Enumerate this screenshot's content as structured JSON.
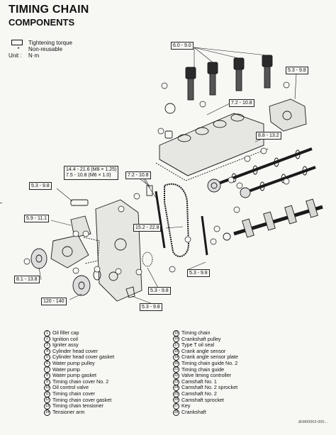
{
  "header": {
    "title": "TIMING CHAIN",
    "subtitle": "COMPONENTS"
  },
  "legend": {
    "torque_key": "Tightening torque",
    "nonreusable_symbol": "*",
    "nonreusable_key": "Non-reusable",
    "unit_label": "Unit :",
    "unit_value": "N·m"
  },
  "torque_labels": {
    "t1": "6.0 - 9.0",
    "t2": "5.3 - 9.8",
    "t3": "7.2 - 10.8",
    "t4": "8.8 - 13.2",
    "t5_line1": "14.4 - 21.6 (M8 × 1.25)",
    "t5_line2": "7.5 - 10.8 (M6 × 1.0)",
    "t6": "7.2 - 10.8",
    "t7": "5.3 - 9.8",
    "t8": "5.9 - 11.1",
    "t9": "15.2 - 22.8",
    "t10": "5.3 - 9.8",
    "t11": "8.1 - 13.8",
    "t12": "5.3 - 9.8",
    "t13": "120 - 140",
    "t14": "5.3 - 9.8"
  },
  "parts_left": [
    {
      "n": "1",
      "name": "Oil filler cap"
    },
    {
      "n": "2",
      "name": "Ignition coil"
    },
    {
      "n": "3",
      "name": "Igniter assy"
    },
    {
      "n": "4",
      "name": "Cylinder head cover"
    },
    {
      "n": "5",
      "name": "Cylinder head cover gasket"
    },
    {
      "n": "6",
      "name": "Water pump pulley"
    },
    {
      "n": "7",
      "name": "Water pump"
    },
    {
      "n": "8",
      "name": "Water pump gasket"
    },
    {
      "n": "9",
      "name": "Timing chain cover No. 2"
    },
    {
      "n": "10",
      "name": "Oil control valve"
    },
    {
      "n": "11",
      "name": "Timing chain cover"
    },
    {
      "n": "12",
      "name": "Timing chain cover gasket"
    },
    {
      "n": "13",
      "name": "Timing chain tensioner"
    },
    {
      "n": "14",
      "name": "Tensioner arm"
    }
  ],
  "parts_right": [
    {
      "n": "15",
      "name": "Timing chain"
    },
    {
      "n": "16",
      "name": "Crankshaft pulley"
    },
    {
      "n": "17",
      "name": "Type T oil seal"
    },
    {
      "n": "18",
      "name": "Crank angle sensor"
    },
    {
      "n": "19",
      "name": "Crank angle sensor plate"
    },
    {
      "n": "20",
      "name": "Timing chain guide No. 2"
    },
    {
      "n": "21",
      "name": "Timing chain guide"
    },
    {
      "n": "22",
      "name": "Valve timing controller"
    },
    {
      "n": "23",
      "name": "Camshaft No. 1"
    },
    {
      "n": "24",
      "name": "Camshaft No. 2 sprocket"
    },
    {
      "n": "25",
      "name": "Camshaft No. 2"
    },
    {
      "n": "26",
      "name": "Camshaft sprocket"
    },
    {
      "n": "27",
      "name": "Key"
    },
    {
      "n": "28",
      "name": "Crankshaft"
    }
  ],
  "figure_code": "JEM00002-000..."
}
